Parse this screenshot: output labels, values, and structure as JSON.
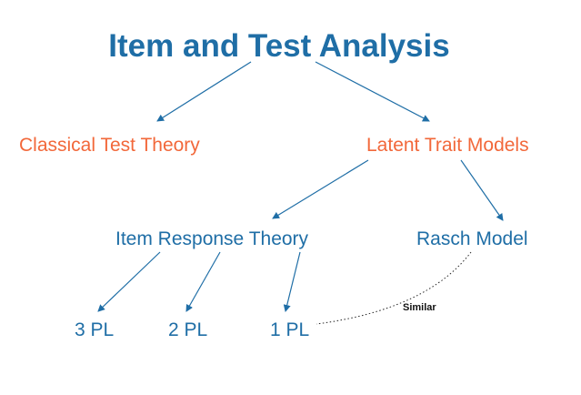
{
  "title": "Item and Test Analysis",
  "nodes": {
    "classical": "Classical Test Theory",
    "latent": "Latent Trait Models",
    "irt": "Item Response Theory",
    "rasch": "Rasch Model",
    "pl3": "3 PL",
    "pl2": "2 PL",
    "pl1": "1 PL"
  },
  "relation_label": "Similar",
  "colors": {
    "blue": "#1f6ea6",
    "orange": "#f2683a"
  }
}
